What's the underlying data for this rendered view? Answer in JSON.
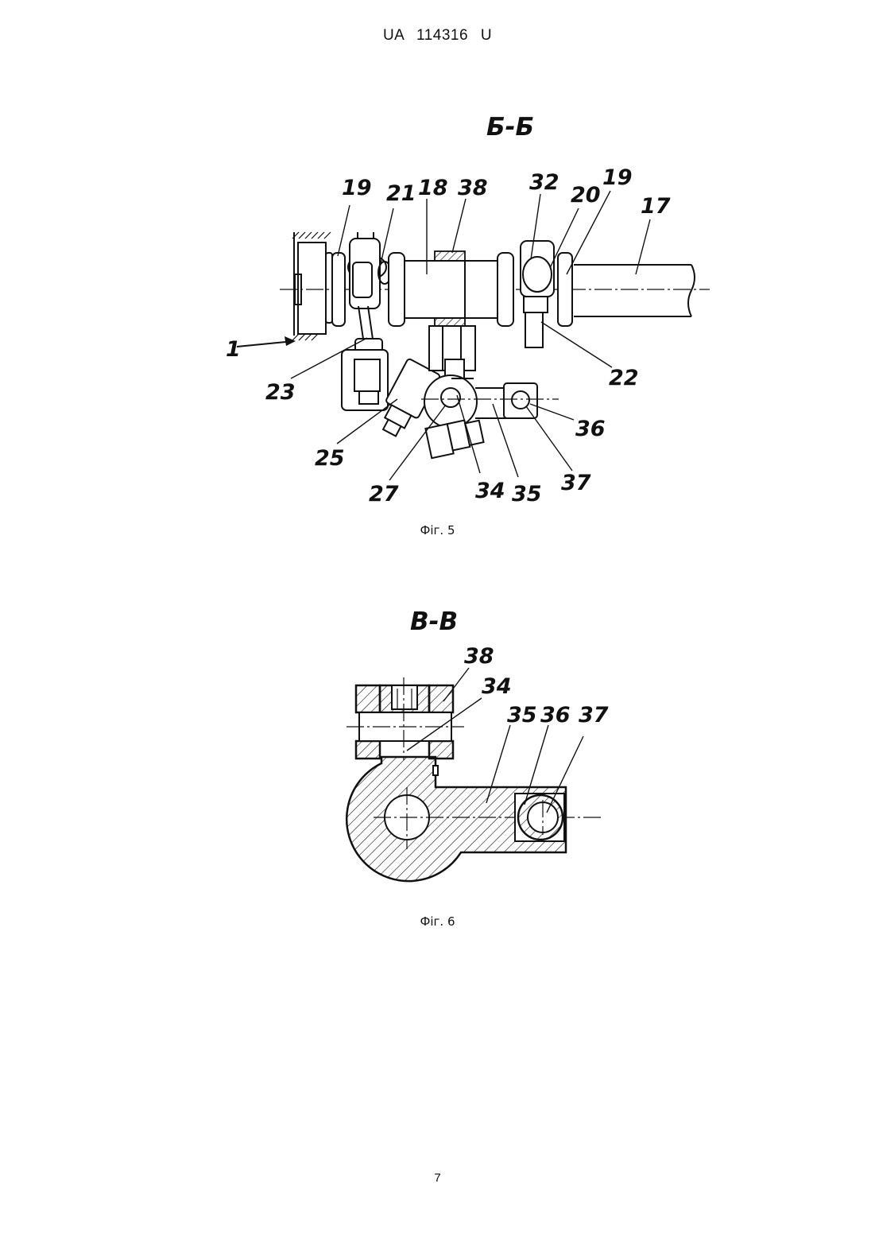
{
  "header": {
    "doc_number": "UA   114316   U"
  },
  "figure5": {
    "section_label": "Б-Б",
    "caption": "Фіг. 5",
    "callouts": [
      "19",
      "21",
      "18",
      "38",
      "32",
      "20",
      "19",
      "17",
      "1",
      "23",
      "25",
      "27",
      "34",
      "35",
      "37",
      "36",
      "22"
    ]
  },
  "figure6": {
    "section_label": "В-В",
    "caption": "Фіг. 6",
    "callouts": [
      "38",
      "34",
      "35",
      "36",
      "37"
    ]
  },
  "footer": {
    "page_number": "7"
  }
}
